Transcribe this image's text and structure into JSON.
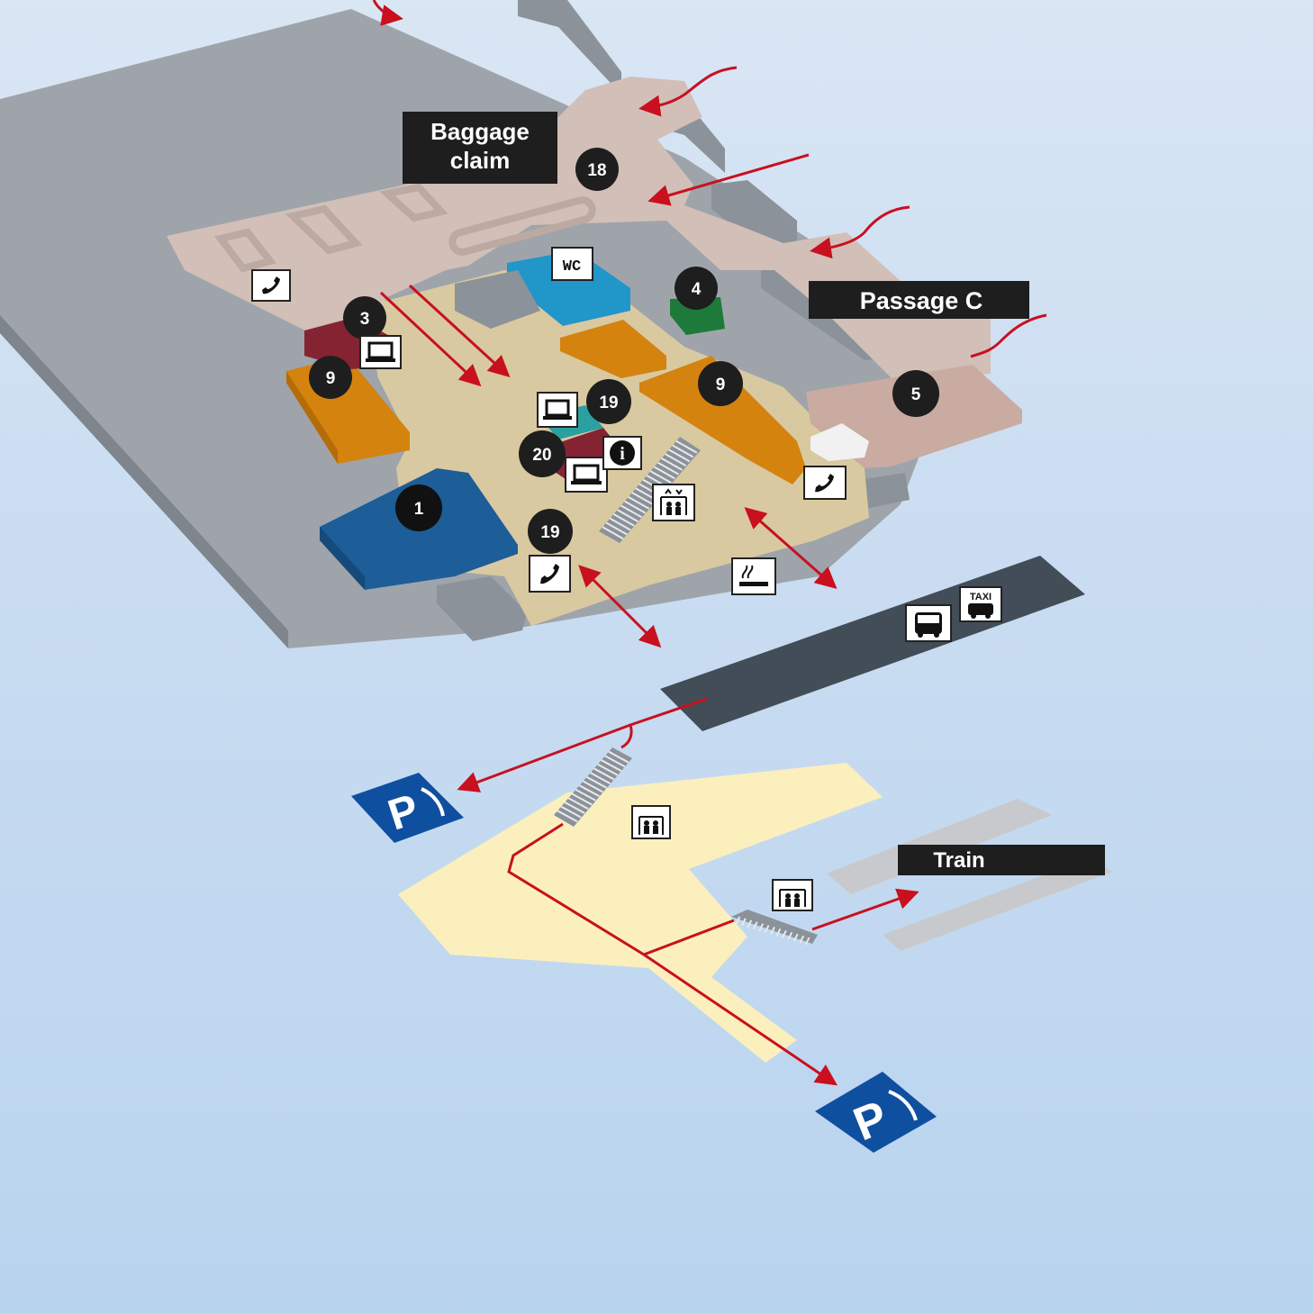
{
  "colors": {
    "terminal_gray": "#9ea4aa",
    "walls_gray": "#848b92",
    "pink_zone": "#d2bfb8",
    "hall_floor": "#d9c9a0",
    "lower_floor": "#fbefbd",
    "orange": "#d4830f",
    "blue": "#1d5d98",
    "maroon": "#862333",
    "green": "#1e7a3b",
    "teal": "#2196c9",
    "road": "#424d57",
    "arrow_red": "#c8101f",
    "label_bg": "#1e1e1e",
    "parking_blue": "#0f4fa0",
    "tracks": "#c7c9cc"
  },
  "labels": {
    "baggage_claim_line1": "Baggage",
    "baggage_claim_line2": "claim",
    "passage_c": "Passage C",
    "train": "Train"
  },
  "markers": {
    "m18": "18",
    "m3": "3",
    "m9a": "9",
    "m4": "4",
    "m9b": "9",
    "m5": "5",
    "m19a": "19",
    "m20": "20",
    "m1": "1",
    "m19b": "19"
  },
  "icons": {
    "wc_text": "WC",
    "taxi_text": "TAXI",
    "info_text": "i",
    "parking_text": "P"
  },
  "icon_names": [
    "phone-icon",
    "laptop-icon",
    "info-icon",
    "wc-icon",
    "elevator-icon",
    "smoking-icon",
    "bus-icon",
    "taxi-icon",
    "parking-icon",
    "escalator-icon"
  ]
}
